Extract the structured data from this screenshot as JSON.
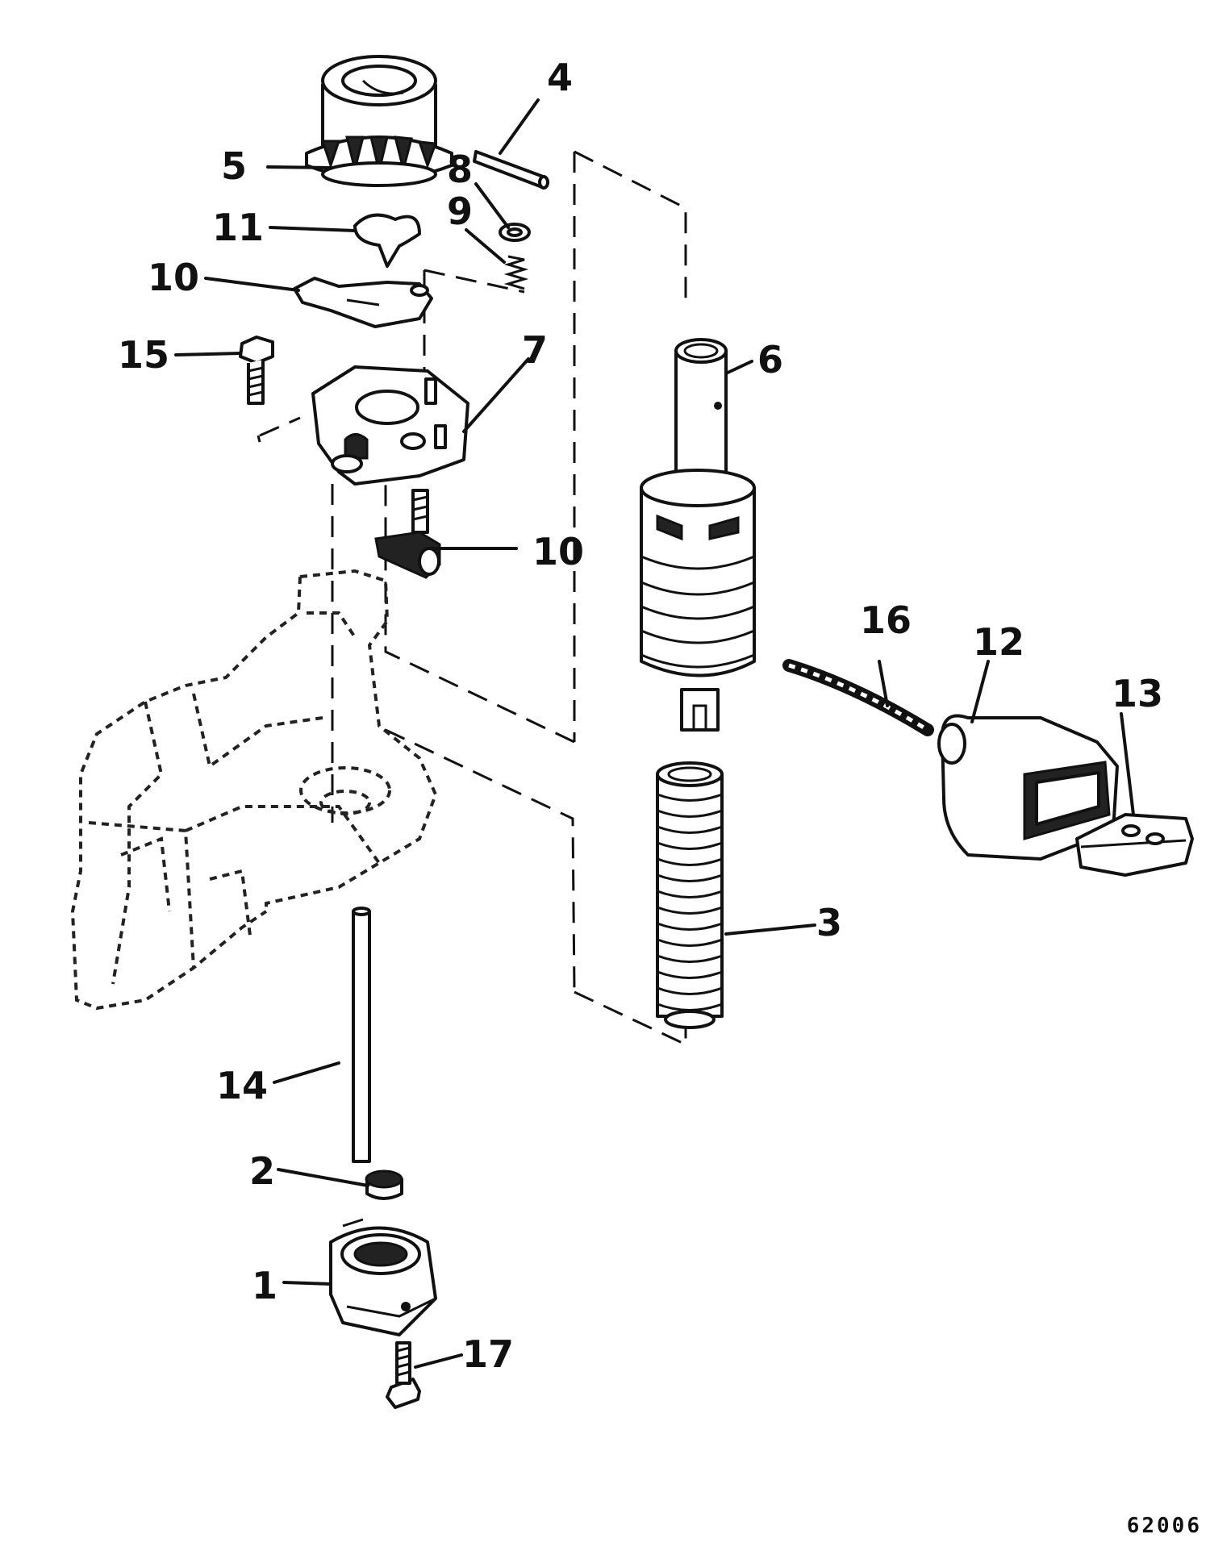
{
  "diagram": {
    "figure_number": "62006",
    "callouts": {
      "p1": "1",
      "p2": "2",
      "p3": "3",
      "p4": "4",
      "p5": "5",
      "p6": "6",
      "p7": "7",
      "p8": "8",
      "p9": "9",
      "p10a": "10",
      "p10b": "10",
      "p11": "11",
      "p12": "12",
      "p13": "13",
      "p14": "14",
      "p15": "15",
      "p16": "16",
      "p17": "17"
    }
  }
}
